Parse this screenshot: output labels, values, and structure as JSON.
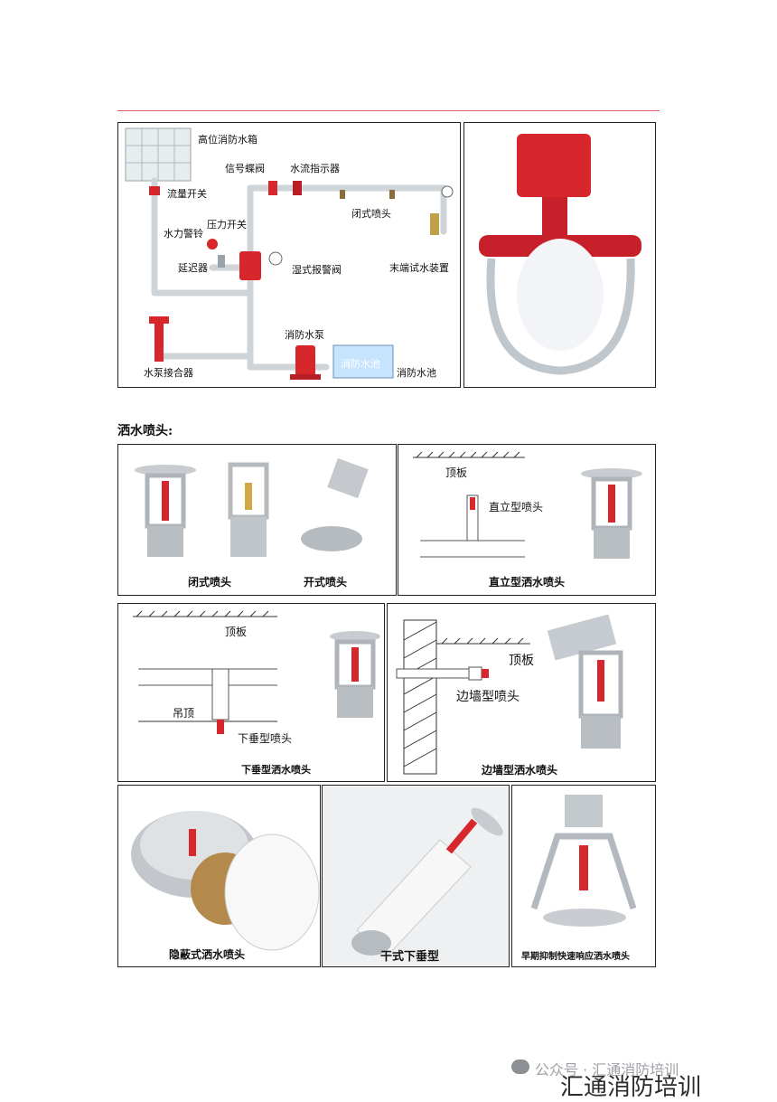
{
  "system_diagram": {
    "labels": {
      "tank": "高位消防水箱",
      "butterfly_valve": "信号蝶阀",
      "flow_indicator": "水流指示器",
      "flow_switch": "流量开关",
      "closed_head": "闭式喷头",
      "water_bell": "水力警铃",
      "pressure_switch": "压力开关",
      "delay": "延迟器",
      "wet_alarm_valve": "湿式报警阀",
      "test_device": "末端试水装置",
      "fire_pump": "消防水泵",
      "pool_box": "消防水池",
      "pool_label": "消防水池",
      "pump_connector": "水泵接合器"
    }
  },
  "section_title": "洒水喷头:",
  "panels": {
    "closed_head_caption": "闭式喷头",
    "open_head_caption": "开式喷头",
    "upright": {
      "caption": "直立型洒水喷头",
      "ceiling": "顶板",
      "head": "直立型喷头"
    },
    "pendent": {
      "caption": "下垂型洒水喷头",
      "ceiling": "顶板",
      "drop_ceiling": "吊顶",
      "head": "下垂型喷头"
    },
    "sidewall": {
      "caption": "边墙型洒水喷头",
      "ceiling": "顶板",
      "head": "边墙型喷头"
    },
    "concealed_caption": "隐蔽式洒水喷头",
    "dry_caption": "干式下垂型",
    "esfr_caption": "早期抑制快速响应洒水喷头"
  },
  "watermark": {
    "account": "公众号 · 汇通消防培训",
    "brand": "汇通消防培训"
  },
  "colors": {
    "rule": "#e5636d",
    "pipe": "#d9dde0",
    "red": "#d7262c",
    "pool": "#c7e4ff"
  }
}
